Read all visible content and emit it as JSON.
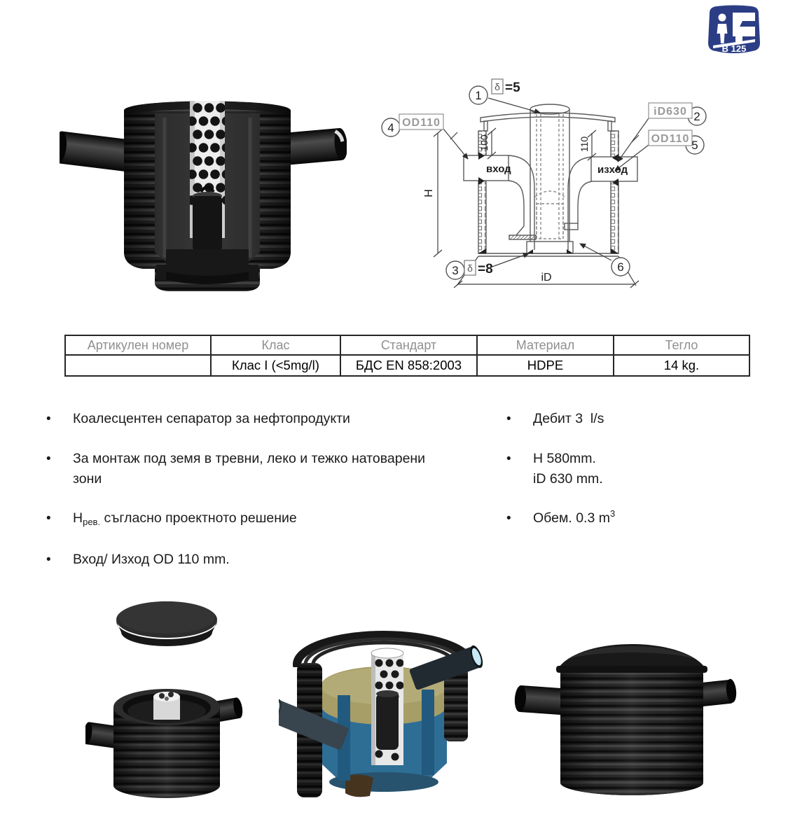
{
  "badge": {
    "load_class": "B 125"
  },
  "colors": {
    "badge_blue": "#2b3e85",
    "water_blue": "#2e6e95",
    "oil_layer": "#a79d66",
    "tank_black": "#1f1f1f"
  },
  "spec_table": {
    "headers": [
      "Артикулен номер",
      "Клас",
      "Стандарт",
      "Материал",
      "Тегло"
    ],
    "values": [
      "",
      "Клас I (<5mg/l)",
      "БДС EN 858:2003",
      "HDPE",
      "14 kg."
    ]
  },
  "diagram": {
    "callouts": [
      "1",
      "2",
      "3",
      "4",
      "5",
      "6"
    ],
    "inlet_label": "вход",
    "outlet_label": "изход",
    "pipe_od_left": "OD110",
    "pipe_od_right": "OD110",
    "inner_diameter_label": "iD630",
    "thickness_symbol_top": "δ",
    "thickness_value_top": "=5",
    "thickness_symbol_bottom": "δ",
    "thickness_value_bottom": "=8",
    "dim_100": "100",
    "dim_110": "110",
    "dim_height": "H",
    "dim_inner_diameter": "iD"
  },
  "features_left": [
    "Коалесцентен сепаратор за нефтопродукти",
    {
      "line1": "За монтаж под земя в тревни, леко и тежко натоварени",
      "line2": "зони"
    },
    {
      "base": "Н",
      "sub": "рев.",
      "rest": " съгласно проектното решение"
    },
    "Вход/ Изход OD 110 mm."
  ],
  "features_right": [
    "Дебит 3  l/s",
    {
      "line1": "H 580mm.",
      "line2": "iD 630 mm."
    },
    {
      "base": "Обем. 0.3 m",
      "sup": "3"
    }
  ]
}
